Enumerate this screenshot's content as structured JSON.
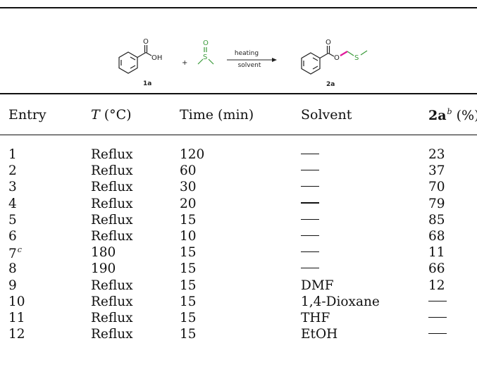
{
  "scheme": {
    "reactant_label": "1a",
    "plus": "+",
    "arrow_top": "heating",
    "arrow_bottom": "solvent",
    "product_label": "2a",
    "atoms": {
      "o": "O",
      "oh": "OH",
      "s": "S"
    }
  },
  "headers": {
    "entry": "Entry",
    "temp_var": "T",
    "temp_unit": " (°C)",
    "time": "Time (min)",
    "solvent": "Solvent",
    "yield_compound": "2a",
    "yield_sup": "b",
    "yield_unit": " (%)"
  },
  "rows": [
    {
      "entry": "1",
      "sup": "",
      "temp": "Reflux",
      "time": "120",
      "solvent": "—",
      "yield": "23"
    },
    {
      "entry": "2",
      "sup": "",
      "temp": "Reflux",
      "time": "60",
      "solvent": "—",
      "yield": "37"
    },
    {
      "entry": "3",
      "sup": "",
      "temp": "Reflux",
      "time": "30",
      "solvent": "—",
      "yield": "70"
    },
    {
      "entry": "4",
      "sup": "",
      "temp": "Reflux",
      "time": "20",
      "solvent": "—",
      "yield": "79"
    },
    {
      "entry": "5",
      "sup": "",
      "temp": "Reflux",
      "time": "15",
      "solvent": "—",
      "yield": "85"
    },
    {
      "entry": "6",
      "sup": "",
      "temp": "Reflux",
      "time": "10",
      "solvent": "—",
      "yield": "68"
    },
    {
      "entry": "7",
      "sup": "c",
      "temp": "180",
      "time": "15",
      "solvent": "—",
      "yield": "11"
    },
    {
      "entry": "8",
      "sup": "",
      "temp": "190",
      "time": "15",
      "solvent": "—",
      "yield": "66"
    },
    {
      "entry": "9",
      "sup": "",
      "temp": "Reflux",
      "time": "15",
      "solvent": "DMF",
      "yield": "12"
    },
    {
      "entry": "10",
      "sup": "",
      "temp": "Reflux",
      "time": "15",
      "solvent": "1,4-Dioxane",
      "yield": "—"
    },
    {
      "entry": "11",
      "sup": "",
      "temp": "Reflux",
      "time": "15",
      "solvent": "THF",
      "yield": "—"
    },
    {
      "entry": "12",
      "sup": "",
      "temp": "Reflux",
      "time": "15",
      "solvent": "EtOH",
      "yield": "—"
    }
  ],
  "colors": {
    "dmso_green": "#3a9a3a",
    "bond_magenta": "#e0199a"
  }
}
